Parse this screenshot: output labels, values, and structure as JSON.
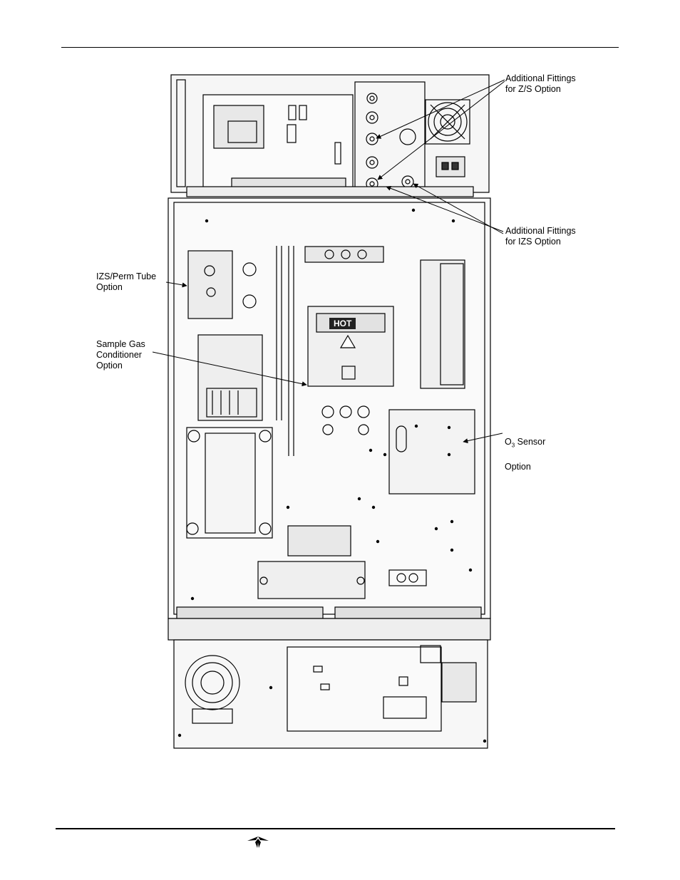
{
  "callouts": {
    "zs_fittings": "Additional Fittings\nfor Z/S Option",
    "izs_fittings": "Additional Fittings\nfor IZS Option",
    "izs_perm_tube": "IZS/Perm Tube\nOption",
    "sample_gas_conditioner": "Sample Gas\nConditioner\nOption",
    "o3_sensor_line1_o": "O",
    "o3_sensor_line1_sub": "3",
    "o3_sensor_line1_rest": " Sensor",
    "o3_sensor_line2": "Option"
  },
  "labels": {
    "heater_badge": "HOT"
  },
  "colors": {
    "line": "#000000",
    "background": "#ffffff",
    "panel": "#f4f4f4",
    "component": "#d8d8d8"
  },
  "icons": {
    "logo": "teledyne-logo-icon",
    "hot_warning": "hot-surface-warning-icon"
  }
}
